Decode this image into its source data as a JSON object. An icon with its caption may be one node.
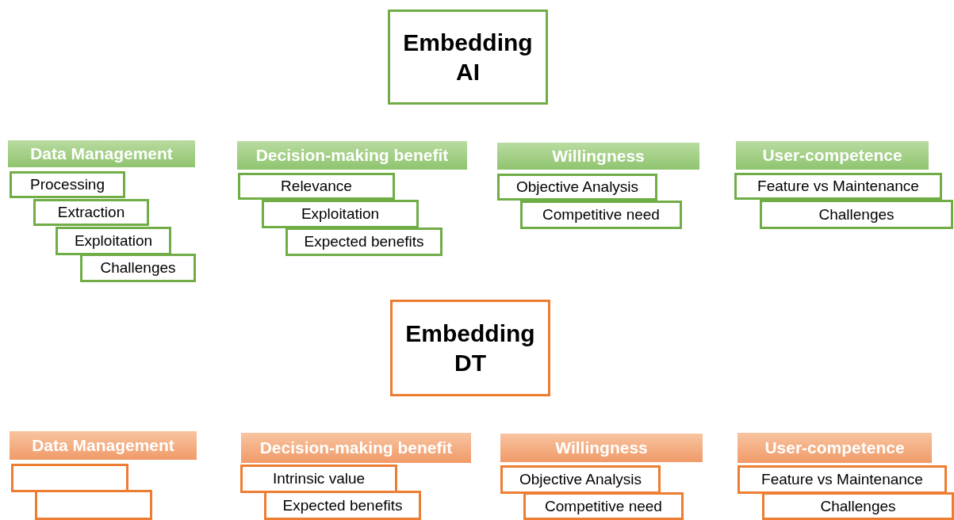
{
  "diagram": {
    "nodes": [
      {
        "text": [
          "Embedding AI"
        ]
      },
      {
        "text": [
          "Data Management"
        ]
      },
      {
        "text": [
          "Processing"
        ]
      },
      {
        "text": [
          "Extraction"
        ]
      },
      {
        "text": [
          "Exploitation"
        ]
      },
      {
        "text": [
          "Challenges"
        ]
      },
      {
        "text": [
          "Decision-making benefit"
        ]
      },
      {
        "text": [
          "Relevance"
        ]
      },
      {
        "text": [
          "Exploitation"
        ]
      },
      {
        "text": [
          "Expected benefits"
        ]
      },
      {
        "text": [
          "Willingness"
        ]
      },
      {
        "text": [
          "Objective Analysis"
        ]
      },
      {
        "text": [
          "Competitive need"
        ]
      },
      {
        "text": [
          "User-competence"
        ]
      },
      {
        "text": [
          "Feature vs Maintenance"
        ]
      },
      {
        "text": [
          "Challenges"
        ]
      },
      {
        "text": [
          "Embedding DT"
        ]
      },
      {
        "text": [
          "Data Management"
        ]
      },
      {
        "text": [],
        "shape": "box"
      },
      {
        "text": [],
        "shape": "box"
      },
      {
        "text": [
          "Decision-making benefit"
        ]
      },
      {
        "text": [
          "Intrinsic value"
        ]
      },
      {
        "text": [
          "Expected benefits"
        ]
      },
      {
        "text": [
          "Willingness"
        ]
      },
      {
        "text": [
          "Objective Analysis"
        ]
      },
      {
        "text": [
          "Competitive need"
        ]
      },
      {
        "text": [
          "User-competence"
        ]
      },
      {
        "text": [
          "Feature vs Maintenance"
        ]
      },
      {
        "text": [
          "Challenges"
        ]
      }
    ]
  }
}
